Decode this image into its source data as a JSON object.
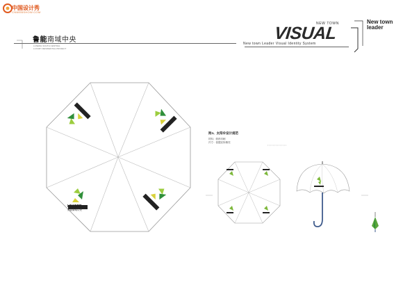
{
  "watermark": {
    "name": "中国设计秀",
    "url": "CNWEBSHOW.COM"
  },
  "header": {
    "project_name_bold": "鲁能",
    "project_name_rest": "南域中央",
    "sub_lines": [
      "LUNENG SOUTH CENTRAL",
      "LUXURY RESIDENTIAL PROJECT"
    ],
    "brand_small": "NEW TOWN",
    "brand_big": "VISUAL",
    "brand_corner_lines": [
      "New town",
      "leader"
    ],
    "brand_tag": "New town Leader Visual Identity System"
  },
  "spec": {
    "title": "附4、太阳伞设计规范",
    "lines": [
      "材料：帆布印刷",
      "尺寸：依据实际情况"
    ]
  },
  "panel_logo": {
    "name_line": "鲁能南域中央",
    "word": "LEADER"
  },
  "colors": {
    "logo_green_dark": "#2f8f3a",
    "logo_green_light": "#9ccd3f",
    "logo_yellow": "#d9d23a",
    "handle_blue": "#3f5b8c"
  }
}
